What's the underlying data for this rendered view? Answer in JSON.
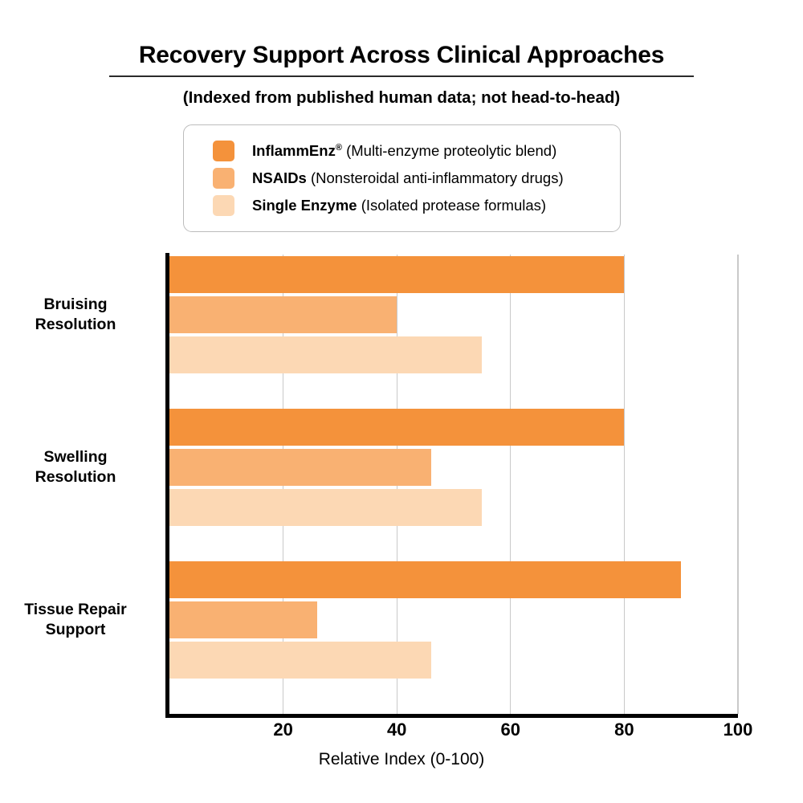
{
  "header": {
    "title": "Recovery Support Across Clinical Approaches",
    "subtitle": "(Indexed from published human data; not head-to-head)"
  },
  "legend": {
    "position": "top-center",
    "items": [
      {
        "name": "InflammEnz",
        "registered": "®",
        "description": " (Multi-enzyme proteolytic blend)",
        "color": "#F4923B"
      },
      {
        "name": "NSAIDs",
        "registered": "",
        "description": " (Nonsteroidal anti-inflammatory drugs)",
        "color": "#F9B172"
      },
      {
        "name": "Single Enzyme",
        "registered": "",
        "description": " (Isolated protease formulas)",
        "color": "#FCD8B4"
      }
    ]
  },
  "chart_data": {
    "type": "bar",
    "orientation": "horizontal",
    "title": "Recovery Support Across Clinical Approaches",
    "subtitle": "(Indexed from published human data; not head-to-head)",
    "xlabel": "Relative Index (0-100)",
    "ylabel": "",
    "xlim": [
      0,
      100
    ],
    "xticks": [
      20,
      40,
      60,
      80,
      100
    ],
    "xtick_labels": [
      "20",
      "40",
      "60",
      "80",
      "100"
    ],
    "grid": "vertical",
    "categories": [
      "Bruising Resolution",
      "Swelling Resolution",
      "Tissue Repair Support"
    ],
    "category_lines": [
      [
        "Bruising",
        "Resolution"
      ],
      [
        "Swelling",
        "Resolution"
      ],
      [
        "Tissue Repair",
        "Support"
      ]
    ],
    "series": [
      {
        "name": "InflammEnz®",
        "color": "#F4923B",
        "values": [
          80,
          80,
          90
        ]
      },
      {
        "name": "NSAIDs",
        "color": "#F9B172",
        "values": [
          40,
          46,
          26
        ]
      },
      {
        "name": "Single Enzyme",
        "color": "#FCD8B4",
        "values": [
          55,
          55,
          46
        ]
      }
    ]
  },
  "axis": {
    "x_title": "Relative Index (0-100)",
    "ticks": [
      "20",
      "40",
      "60",
      "80",
      "100"
    ]
  }
}
